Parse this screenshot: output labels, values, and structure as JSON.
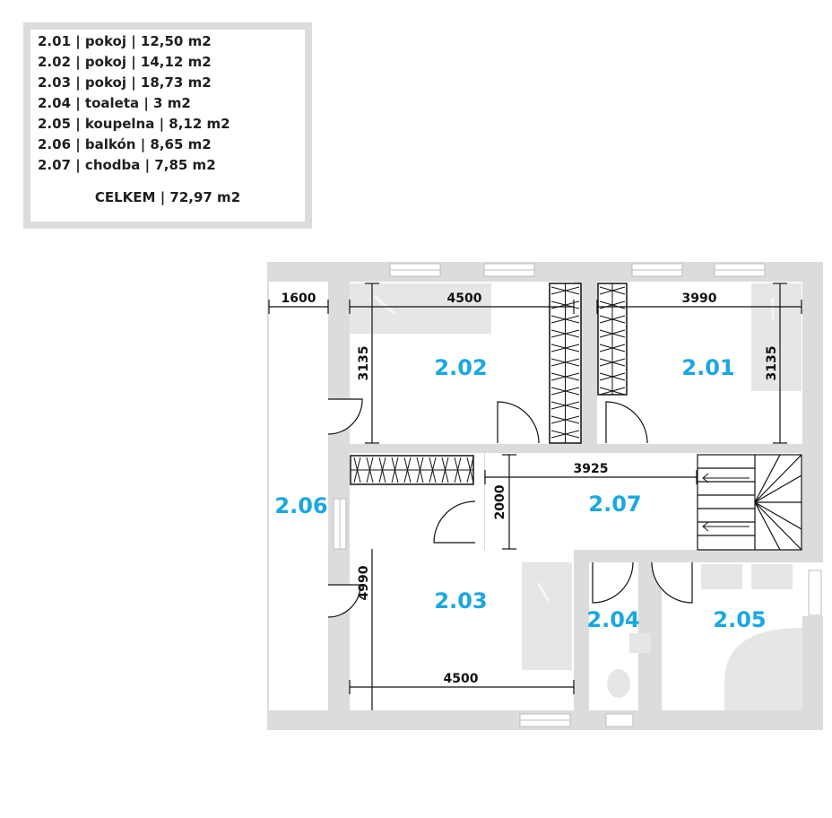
{
  "legend": {
    "rows": [
      "2.01 | pokoj | 12,50 m2",
      "2.02 | pokoj | 14,12 m2",
      "2.03 | pokoj | 18,73 m2",
      "2.04 | toaleta | 3 m2",
      "2.05 | koupelna | 8,12 m2",
      "2.06 | balkón | 8,65 m2",
      "2.07 | chodba | 7,85 m2"
    ],
    "total": "CELKEM | 72,97 m2"
  },
  "rooms": {
    "r201": "2.01",
    "r202": "2.02",
    "r203": "2.03",
    "r204": "2.04",
    "r205": "2.05",
    "r206": "2.06",
    "r207": "2.07"
  },
  "dimensions": {
    "balcony_width": "1600",
    "r202_width": "4500",
    "r201_width": "3990",
    "r202_depth": "3135",
    "r201_depth": "3135",
    "hall_length": "3925",
    "hall_width": "2000",
    "r203_depth": "4990",
    "r203_width": "4500"
  },
  "colors": {
    "wall": "#dcdcdc",
    "furniture": "#e6e6e6",
    "room_label": "#1aa7e2",
    "dimension_line": "#111111"
  }
}
